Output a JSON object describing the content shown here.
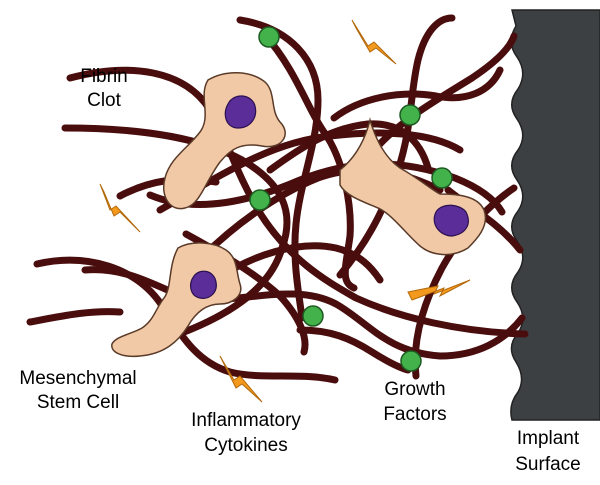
{
  "labels": {
    "fibrin_clot": [
      "Fibrin",
      "Clot"
    ],
    "mesenchymal_stem_cell": [
      "Mesenchymal",
      "Stem Cell"
    ],
    "inflammatory_cytokines": [
      "Inflammatory",
      "Cytokines"
    ],
    "growth_factors": [
      "Growth",
      "Factors"
    ],
    "implant_surface": [
      "Implant",
      "Surface"
    ]
  },
  "colors": {
    "fiber": "#4a0d0d",
    "cell_body": "#f2c9a6",
    "cell_outline": "#5a3a28",
    "nucleus": "#5b2d99",
    "growth_factor": "#44b24a",
    "cytokine": "#f39a1e",
    "implant": "#3d4043"
  },
  "icons": {
    "cytokine": "lightning-bolt-icon",
    "growth_factor": "green-dot-icon",
    "cell": "stem-cell-icon"
  }
}
